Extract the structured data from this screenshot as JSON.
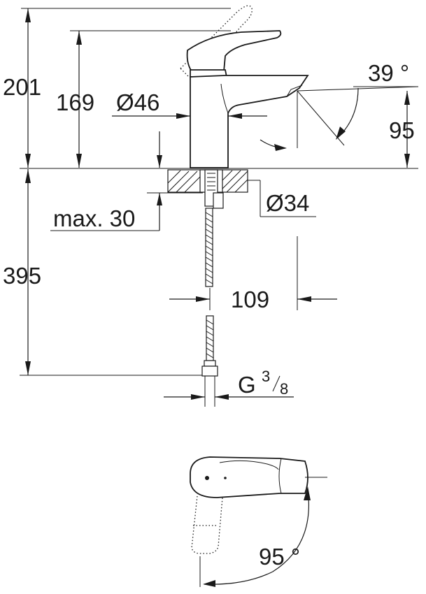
{
  "dimensions": {
    "total_height": "201",
    "spout_height": "169",
    "body_diameter": "Ø46",
    "spout_angle": "39 °",
    "outlet_height": "95",
    "hole_diameter": "Ø34",
    "max_deck": "max. 30",
    "hose_length": "395",
    "projection": "109",
    "thread_g": "G",
    "thread_num": "3",
    "thread_den": "8",
    "rotation_angle": "95 °"
  }
}
